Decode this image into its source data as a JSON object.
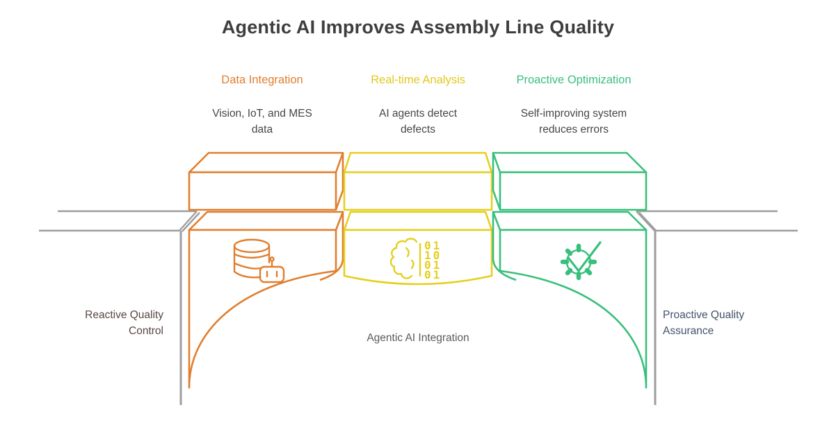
{
  "title": "Agentic AI Improves Assembly Line Quality",
  "columns": [
    {
      "label": "Data Integration",
      "description": "Vision, IoT, and MES\ndata",
      "color": "#E07E2E",
      "icon": "database-robot-icon"
    },
    {
      "label": "Real-time Analysis",
      "description": "AI agents detect\ndefects",
      "color": "#E5CF1E",
      "icon": "brain-binary-icon"
    },
    {
      "label": "Proactive Optimization",
      "description": "Self-improving system\nreduces errors",
      "color": "#38BF7C",
      "icon": "gear-check-icon"
    }
  ],
  "bridge": {
    "left_label": "Reactive Quality\nControl",
    "center_label": "Agentic AI Integration",
    "right_label": "Proactive Quality\nAssurance"
  },
  "icons": {
    "analysis_binary_rows": [
      "01",
      "10",
      "01",
      "01"
    ]
  },
  "colors": {
    "orange": "#E07E2E",
    "yellow": "#E5CF1E",
    "green": "#38BF7C",
    "gray": "#9E9E9E",
    "title_text": "#3E3E3E",
    "left_label_text": "#5A4644",
    "right_label_text": "#43536B",
    "center_label_text": "#5B5B5B"
  }
}
